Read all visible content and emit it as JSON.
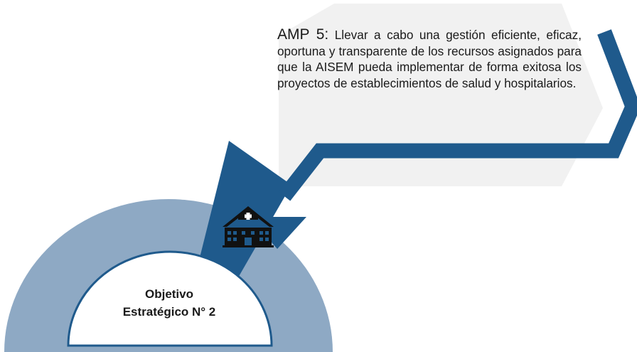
{
  "amp": {
    "label": "AMP 5",
    "text": "Llevar a cabo una gestión eficiente, eficaz, oportuna y transparente de los recursos asignados para que la AISEM pueda implementar de forma exitosa los proyectos de establecimientos de salud y hospitalarios."
  },
  "objective": {
    "line1": "Objetivo",
    "line2": "Estratégico N° 2"
  },
  "icons": {
    "hospital": "hospital-icon"
  },
  "colors": {
    "dark_blue": "#1f5a8c",
    "light_blue": "#8ea9c4",
    "light_gray": "#f1f1f1",
    "text": "#1a1a1a",
    "white": "#ffffff"
  }
}
